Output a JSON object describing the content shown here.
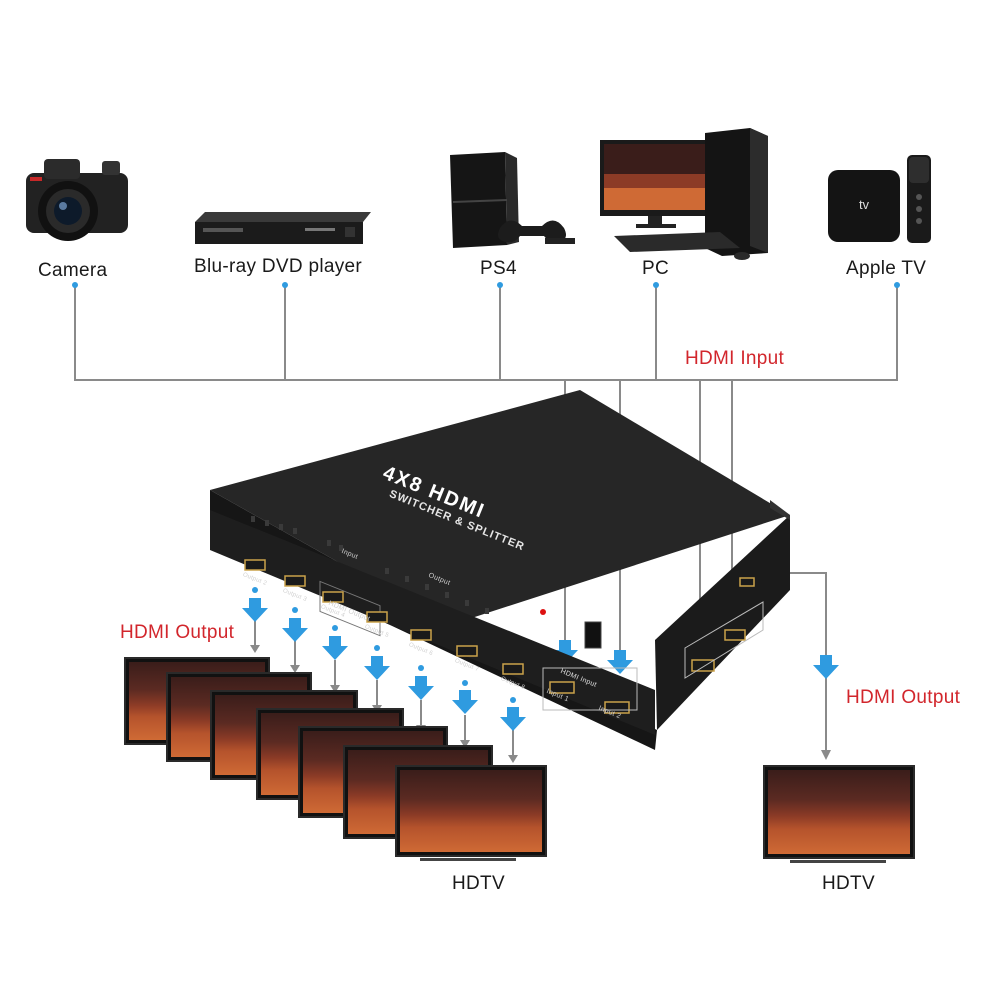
{
  "sources": {
    "camera": "Camera",
    "bluray": "Blu-ray DVD player",
    "ps4": "PS4",
    "pc": "PC",
    "appletv": "Apple TV",
    "appletv_logo": "tv"
  },
  "device": {
    "title": "4X8 HDMI",
    "subtitle": "SWITCHER & SPLITTER",
    "panel_input": "Input",
    "panel_output": "Output",
    "hdmi_output_label": "HDMI Output",
    "hdmi_input_label": "HDMI Input",
    "port_input1": "Input 1",
    "port_input2": "Input 2",
    "outputs": [
      "Output 2",
      "Output 3",
      "Output 4",
      "Output 5",
      "Output 6",
      "Output 7",
      "Output 8"
    ]
  },
  "labels": {
    "hdmi_input": "HDMI Input",
    "hdmi_output_left": "HDMI Output",
    "hdmi_output_right": "HDMI Output",
    "hdtv_left": "HDTV",
    "hdtv_right": "HDTV"
  },
  "colors": {
    "line": "#8a8a8a",
    "dot": "#2f9be0",
    "arrow_blue": "#2f9be0",
    "label_red": "#d2262c",
    "device_body": "#1d1d1d"
  }
}
